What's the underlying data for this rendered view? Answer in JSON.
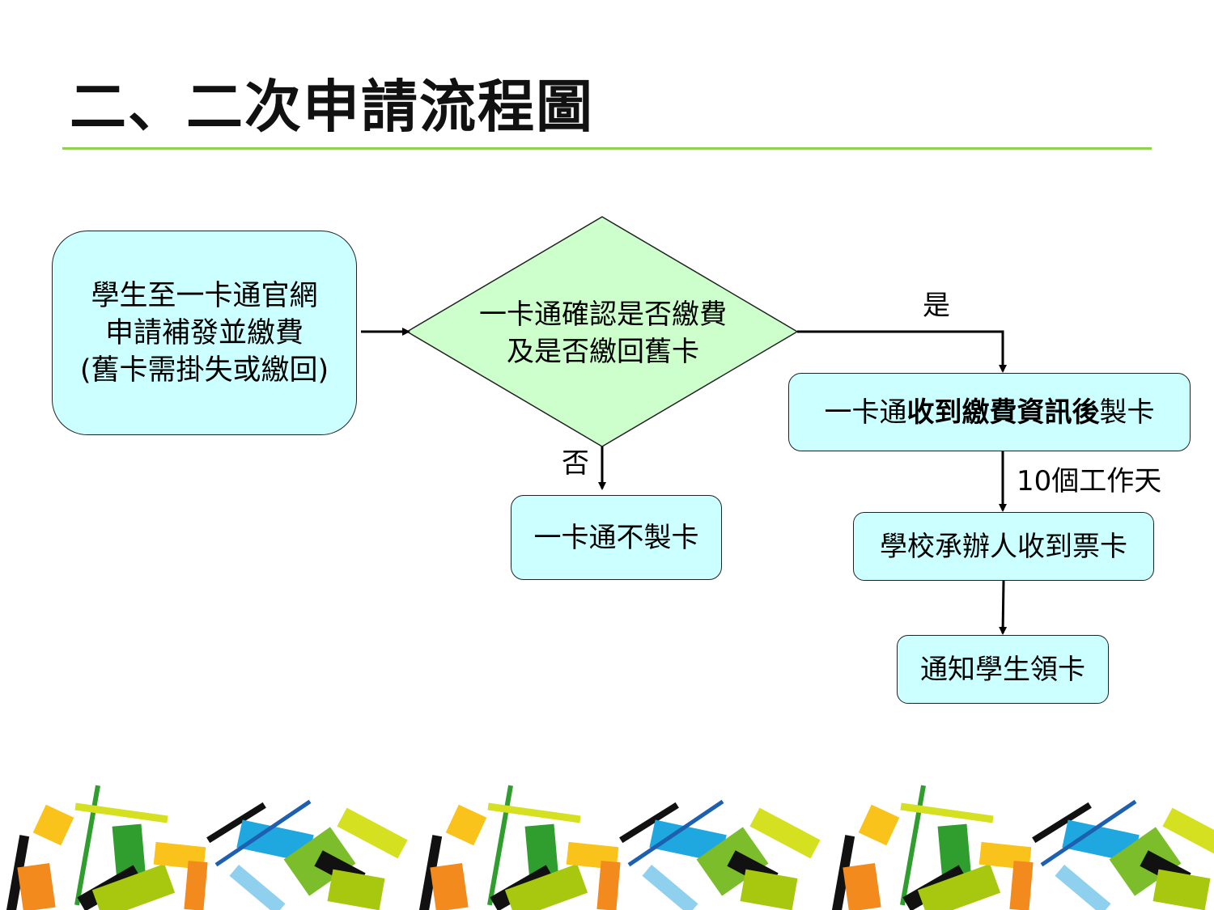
{
  "slide": {
    "title": "二、二次申請流程圖",
    "rule_color": "#92d050"
  },
  "flowchart": {
    "start": {
      "lines": [
        "學生至一卡通官網",
        "申請補發並繳費",
        "(舊卡需掛失或繳回)"
      ]
    },
    "decision": {
      "lines": [
        "一卡通確認是否繳費",
        "及是否繳回舊卡"
      ]
    },
    "yes_label": "是",
    "no_label": "否",
    "no_result": "一卡通不製卡",
    "make_card": {
      "prefix": "一卡通",
      "bold": "收到繳費資訊後",
      "suffix": "製卡"
    },
    "duration_label": "10個工作天",
    "school_receives": "學校承辦人收到票卡",
    "notify": "通知學生領卡"
  },
  "colors": {
    "box_fill": "#ccffff",
    "decision_fill": "#ccffcc",
    "border": "#222222",
    "arrow": "#000000"
  }
}
